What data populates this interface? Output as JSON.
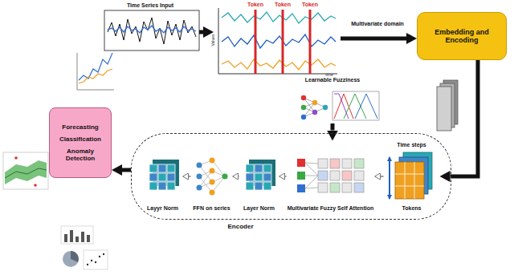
{
  "diagram": {
    "nodes": [
      {
        "text": [
          "Time Series Input"
        ]
      },
      {
        "text": [
          "Token",
          "Token",
          "Token"
        ]
      },
      {
        "text": [
          "Embedding and Encoding"
        ]
      },
      {
        "text": [
          "Learnable Fuzziness"
        ]
      },
      {
        "text": [
          "Encoder"
        ]
      },
      {
        "text": [
          "Time steps",
          "Tokens"
        ],
        "in": 4
      },
      {
        "text": [
          "Multivariate Fuzzy Self Attention"
        ],
        "in": 4
      },
      {
        "text": [
          "Layer Norm"
        ],
        "in": 4
      },
      {
        "text": [
          "FFN on series"
        ],
        "in": 4
      },
      {
        "text": [
          "Layyr Norm"
        ],
        "in": 4
      },
      {
        "text": [
          "Forecasting",
          "Classification",
          "Anomaly Detection"
        ]
      }
    ],
    "edges": [
      {
        "from": 0,
        "to": 1,
        "arrow": "to"
      },
      {
        "from": 1,
        "to": 2,
        "arrow": "to",
        "label": "Multivariate domain"
      },
      {
        "from": 2,
        "to": 5,
        "arrow": "to"
      },
      {
        "from": 3,
        "to": 6,
        "arrow": "to"
      },
      {
        "from": 5,
        "to": 6,
        "arrow": "to"
      },
      {
        "from": 6,
        "to": 7,
        "arrow": "to"
      },
      {
        "from": 7,
        "to": 8,
        "arrow": "to"
      },
      {
        "from": 8,
        "to": 9,
        "arrow": "to"
      },
      {
        "from": 4,
        "to": 10,
        "arrow": "to"
      }
    ],
    "labels": [
      "Values",
      "time"
    ]
  }
}
